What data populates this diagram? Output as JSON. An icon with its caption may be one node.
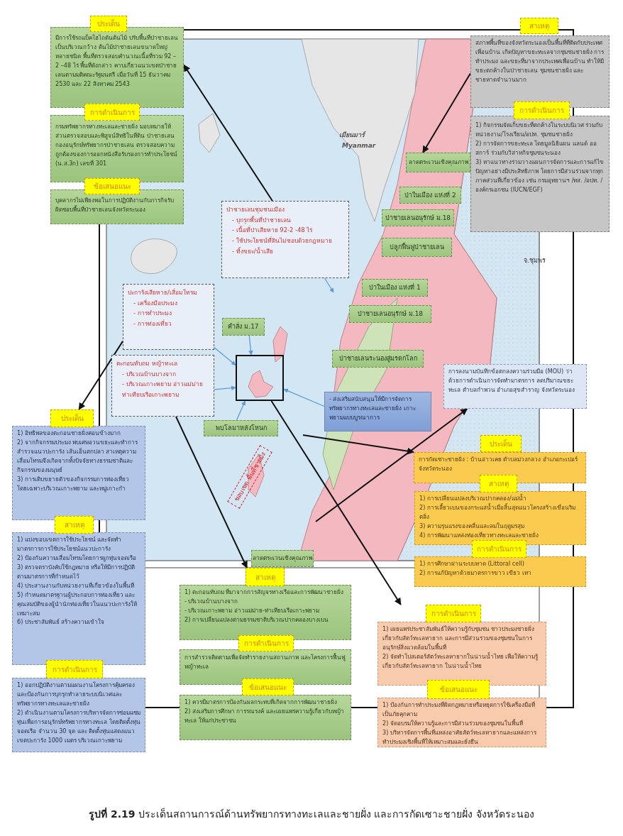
{
  "diagram": {
    "caption": "**รูปที่ 2.19** ประเด็นสถานการณ์ด้านทรัพยากรทางทะเลและชายฝั่ง และการกัดเซาะชายฝั่ง จังหวัดระนอง",
    "nodes": [
      {
        "text": [
          "ประเด็น",
          "มีการใช้รถแบ็คโฮไถดันต้นไม้ ปรับพื้นที่ป่าชายเลนเป็นบริเวณกว้าง ต้นไม้ป่าชายเลนขนาดใหญ่หลายชนิด พื้นที่ตรวจสอบคำนวณเนื้อที่รวม 92 –2 –48 ไร่ พื้นที่ดังกล่าว คาบเกี่ยวแนวเขตป่าชายเลนตามมติคณะรัฐมนตรี เมื่อวันที่ 15 ธันวาคม 2530 และ 22 สิงหาคม 2543"
        ]
      },
      {
        "text": [
          "การดำเนินการ",
          "กรมทรัพยากรทางทะเลและชายฝั่ง มอบหมายให้ส่วนตรวจสอบและพิสูจน์สิทธิในที่ดิน ป่าชายเลน กองอนุรักษ์ทรัพยากรป่าชายเลน ตรวจสอบความถูกต้องของการออกหนังสือรับรองการทำประโยชน์ (น.ส.3ก) เลขที่ 301"
        ]
      },
      {
        "text": [
          "ข้อเสนอแนะ",
          "บุคลากรไม่เพียงพอในการปฏิบัติงานกับภารกิจรับผิดชอบพื้นที่ป่าชายเลนจังหวัดระนอง"
        ]
      },
      {
        "text": [
          "สาเหตุ",
          "สภาพพื้นที่ของจังหวัดระนองเป็นพื้นที่ที่ติดกับประเทศเพื่อนบ้าน เกิดปัญหาขยะทะเลจากชุมชนชายฝั่ง การทำประมง และขยะที่มาจากประเทศเพื่อนบ้าน ทำให้มีขยะตกค้างในป่าชายเลน ชุมชนชายฝั่ง และชายหาดจำนวนมาก"
        ]
      },
      {
        "text": [
          "การดำเนินการ",
          "1) กิจกรรมจัดเก็บขยะที่ตกค้างในระบบนิเวศ ร่วมกับหน่วยงาน/โรงเรียน/อปท. ชุมชนชายฝั่ง",
          "2) การจัดการขยะทะเล โดยมูลนิธิแผน แลนด์ ออสการ์ ร่วมกับวิสาหกิจชุมชนระนอง",
          "3) หาแนวทางร่วมวางแผนการจัดการและการแก้ไขปัญหาอย่างมีประสิทธิภาพ โดยการมีส่วนร่วมจากทุกภาคส่วนที่เกี่ยวข้อง เช่น กรมอุทยานฯ /ทส. /อปท. /องค์กรเอกชน (IUCN/EGF)"
        ]
      },
      {
        "text": [
          "ลาดตระเวนเชิงคุณภาพ"
        ]
      },
      {
        "text": [
          "ป่าในเมือง แห่งที่ 2"
        ]
      },
      {
        "text": [
          "ป่าชายเลนอนุรักษ์ ม.18"
        ]
      },
      {
        "text": [
          "ปลูกฟื้นฟูป่าชายเลน"
        ]
      },
      {
        "text": [
          "ป่าในเมือง แห่งที่ 1"
        ]
      },
      {
        "text": [
          "ป่าชายเลนอนุรักษ์ ม.18"
        ]
      },
      {
        "text": [
          "ป่าชายเลนระนองสู่มรดกโลก"
        ]
      },
      {
        "text": [
          "ป่าชายเลนชุมชนเมือง",
          "- บุกรุกพื้นที่ป่าชายเลน",
          "- เนื้อที่ป่าเสียหาย 92-2 -48 ไร่",
          "- ใช้ประโยชน์ที่ดินไม่ชอบด้วยกฎหมาย",
          "- ทิ้งขยะ/น้ำเสีย"
        ]
      },
      {
        "text": [
          "ปะการังเสียหาย/เสื่อมโทรม",
          "- เครื่องมือประมง",
          "- การทำประมง",
          "- การท่องเที่ยว"
        ]
      },
      {
        "text": [
          "คำสั่ง ม.17"
        ]
      },
      {
        "text": [
          "ตะกอนทับถม หญ้าทะเล",
          "- บริเวณบ้านบางจาก",
          "- บริเวณเกาะพยาม อ่าวแม่ม่าย ท่าเทียบเรือเกาะพยาม"
        ]
      },
      {
        "text": [],
        "shape": "box"
      },
      {
        "text": [
          "พบโลมาหลังโหนก"
        ]
      },
      {
        "text": [
          "- ส่งเสริมสนับสนุนให้มีการจัดการทรัพยากรทางทะเลและชายฝั่ง เกาะพยามแบบบูรณาการ"
        ]
      },
      {
        "text": [
          "ลาดตระเวนเชิงคุณภาพ"
        ]
      },
      {
        "text": [
          "การลงนามบันทึกข้อตกลงความร่วมมือ (MOU) ว่าด้วยการดำเนินการจัดทำมาตรการ ลดปริมาณขยะทะเล ตำบลกำพวน อำเภอสุขสำราญ จังหวัดระนอง"
        ]
      },
      {
        "text": [
          "ประเด็น",
          "การกัดเซาะชายฝั่ง : บ้านอ่าวเคย ตำบลม่วงกลวง อำเภอกะเปอร์ จังหวัดระนอง"
        ]
      },
      {
        "text": [
          "สาเหตุ",
          "1) การเปลี่ยนแปลงบริเวณปากคลอง/แม่น้ำ",
          "2) การเลี้ยวเบนของกระแสน้ำเมื่อสิ้นสุดแนวโครงสร้างเขื่อนริมตลิ่ง",
          "3) ความรุนแรงของคลื่นและลมในฤดูมรสุม",
          "4) การพัฒนาแหล่งท่องเที่ยวทางทะเลและชายฝั่ง"
        ]
      },
      {
        "text": [
          "การดำเนินการ",
          "1) การศึกษาผ่านระบบหาด (Littoral cell)",
          "2) การแก้ปัญหาด้วยมาตรการขาว เขียว เทา"
        ]
      },
      {
        "text": [
          "การดำเนินการ",
          "1) เผยแพร่ประชาสัมพันธ์ให้ความรู้กับชุมชน ชาวประมงชายฝั่ง เกี่ยวกับสัตว์ทะเลหายาก และการมีส่วนร่วมของชุมชนในการอนุรักษ์สิ่งแวดล้อมในพื้นที่",
          "2) จัดทำโปสเตอร์สัตว์ทะเลหายากในน่านน้ำไทย เพื่อให้ความรู้เกี่ยวกับสัตว์ทะเลหายาก ในน่านน้ำไทย"
        ]
      },
      {
        "text": [
          "ข้อเสนอแนะ",
          "1) ป้องกันการทำประมงที่ผิดกฎหมายหรือหยุดการใช้เครื่องมือที่เป็นภัยคุกคาม",
          "2) จัดอบรมให้ความรู้และการมีส่วนร่วมของชุมชนในพื้นที่",
          "3) บริหารจัดการพื้นที่แหล่งอาศัยสัตว์ทะเลหายากและแหล่งการทำประมงเชิงพื้นที่ให้เหมาะสมและยั่งยืน"
        ]
      },
      {
        "text": [
          "ประเด็น",
          "1) อิทธิพลของตะกอนชายฝั่งค่อนข้างมาก",
          "2) จากกิจกรรมประมง พบเศษอวนขยะและทำการสำรวจแนวปะการัง เส้นเอ็นตกปลา สาเหตุความเสื่อมโทรมจึงเกิดจากทั้งปัจจัยทางธรรมชาติและกิจกรรมของมนุษย์",
          "3) การเติบขยายตัวของกิจกรรมการท่องเที่ยว โดยเฉพาะบริเวณเกาะพยาม และหมู่เกาะกำ"
        ]
      },
      {
        "text": [
          "สาเหตุ",
          "1) แบ่งขอบเขตการใช้ประโยชน์ และจัดทำมาตรการการใช้ประโยชน์แนวปะการัง",
          "2) ป้องกันความเสื่อมโทรมโดยการผูกทุ่นจอดเรือ",
          "3) ตรวจตราบังคับใช้กฎหมาย หรือให้มีการปฏิบัติตามมาตรการที่กำหนดไว้",
          "4) ประสานงานกับหน่วยงานที่เกี่ยวข้องในพื้นที่",
          "5) กำหนดมาตรฐานผู้ประกอบการท่องเที่ยว และคุณสมบัติของผู้นำนักท่องเที่ยวในแนวปะการังให้เหมาะสม",
          "6) ประชาสัมพันธ์ สร้างความเข้าใจ"
        ]
      },
      {
        "text": [
          "การดำเนินการ",
          "1) ออกปฏิบัติงานตามแผนงานโครงการคุ้มครองและป้องกันการบุกรุกทำลายระบบนิเวศและทรัพยากรทางทะเลและชายฝั่ง",
          "2) ดำเนินงานตามโครงการบริหารจัดการซ่อมแซมทุ่นเพื่อการอนุรักษ์ทรัพยากรทางทะเล โดยติดตั้งทุ่นจอดเรือ จำนวน 30 จุด และ ติดตั้งทุ่นแสดงแนวเขตปะการัง 1000 เมตร บริเวณเกาะพยาม"
        ]
      },
      {
        "text": [
          "สาเหตุ",
          "1) ตะกอนทับถม ที่มาจากการสัญจรทางเรือและการพัฒนาชายฝั่ง",
          "- บริเวณบ้านบางจาก",
          "- บริเวณเกาะพยาม อ่าวแม่ม่าย-ท่าเทียบเรือเกาะพยาม",
          "2) การเปลี่ยนแปลงตามธรรมชาติบริเวณปากคลองบางเบน"
        ]
      },
      {
        "text": [
          "การดำเนินการ",
          "การสำรวจติดตามเพื่อจัดทำรายงานสถานภาพ และโครงการฟื้นฟูหญ้าทะเล"
        ]
      },
      {
        "text": [
          "ข้อเสนอแนะ",
          "1) ควรมีมาตรการป้องกันผลกระทบที่เกิดจากการพัฒนาชายฝั่ง",
          "2) ส่งเสริมการศึกษา การรณรงค์ และเผยแพร่ความรู้เกี่ยวกับหญ้าทะเล ให้แก่ประชาชน"
        ]
      },
      {
        "text": [
          "ขอบเขต พื้นที่ชายฝั่ง"
        ]
      }
    ],
    "edges": [
      {
        "from": 12,
        "to": 0,
        "arrow": "to"
      },
      {
        "from": 3,
        "to": 5,
        "arrow": "to"
      },
      {
        "from": 13,
        "to": 26,
        "arrow": "to"
      },
      {
        "from": 15,
        "to": 29,
        "arrow": "to"
      },
      {
        "from": 16,
        "to": 24,
        "arrow": "to"
      },
      {
        "from": null,
        "to": 21,
        "arrow": "to"
      },
      {
        "from": null,
        "to": 20,
        "arrow": "to"
      },
      {
        "from": 12,
        "to": null,
        "arrow": "to",
        "color": "#5b9bd5"
      },
      {
        "from": 14,
        "to": 16,
        "arrow": "to",
        "color": "#5b9bd5"
      },
      {
        "from": 13,
        "to": 16,
        "arrow": "to",
        "color": "#5b9bd5"
      },
      {
        "from": 15,
        "to": 16,
        "arrow": "to",
        "color": "#5b9bd5"
      },
      {
        "from": 17,
        "to": 16,
        "arrow": "to",
        "color": "#5b9bd5"
      },
      {
        "from": 18,
        "to": 16,
        "arrow": "to",
        "color": "#5b9bd5"
      }
    ],
    "labels": [
      "เมียนมาร์",
      "Myanmar",
      "จ.ชุมพร"
    ]
  }
}
